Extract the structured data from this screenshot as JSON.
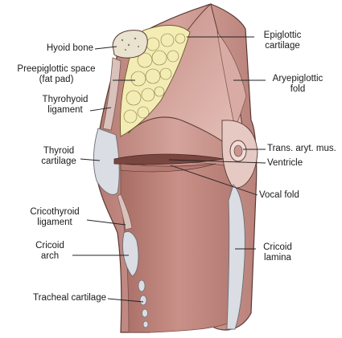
{
  "labels": {
    "hyoid_bone": "Hyoid bone",
    "preepiglottic_space_1": "Preepiglottic space",
    "preepiglottic_space_2": "(fat pad)",
    "thyrohyoid_ligament_1": "Thyrohyoid",
    "thyrohyoid_ligament_2": "ligament",
    "thyroid_cartilage_1": "Thyroid",
    "thyroid_cartilage_2": "cartilage",
    "cricothyroid_ligament_1": "Cricothyroid",
    "cricothyroid_ligament_2": "ligament",
    "cricoid_arch_1": "Cricoid",
    "cricoid_arch_2": "arch",
    "tracheal_cartilage": "Tracheal cartilage",
    "epiglottic_cartilage_1": "Epiglottic",
    "epiglottic_cartilage_2": "cartilage",
    "aryepiglottic_fold_1": "Aryepiglottic",
    "aryepiglottic_fold_2": "fold",
    "trans_aryt_mus": "Trans. aryt. mus.",
    "ventricle": "Ventricle",
    "vocal_fold": "Vocal fold",
    "cricoid_lamina_1": "Cricoid",
    "cricoid_lamina_2": "lamina"
  },
  "colors": {
    "tissue": "#c9968e",
    "tissue_dark": "#a56a62",
    "tissue_light": "#e2bcb4",
    "cartilage": "#d8dce2",
    "fat": "#f3ecb4",
    "outline": "#5a3a34",
    "leader": "#222222"
  }
}
